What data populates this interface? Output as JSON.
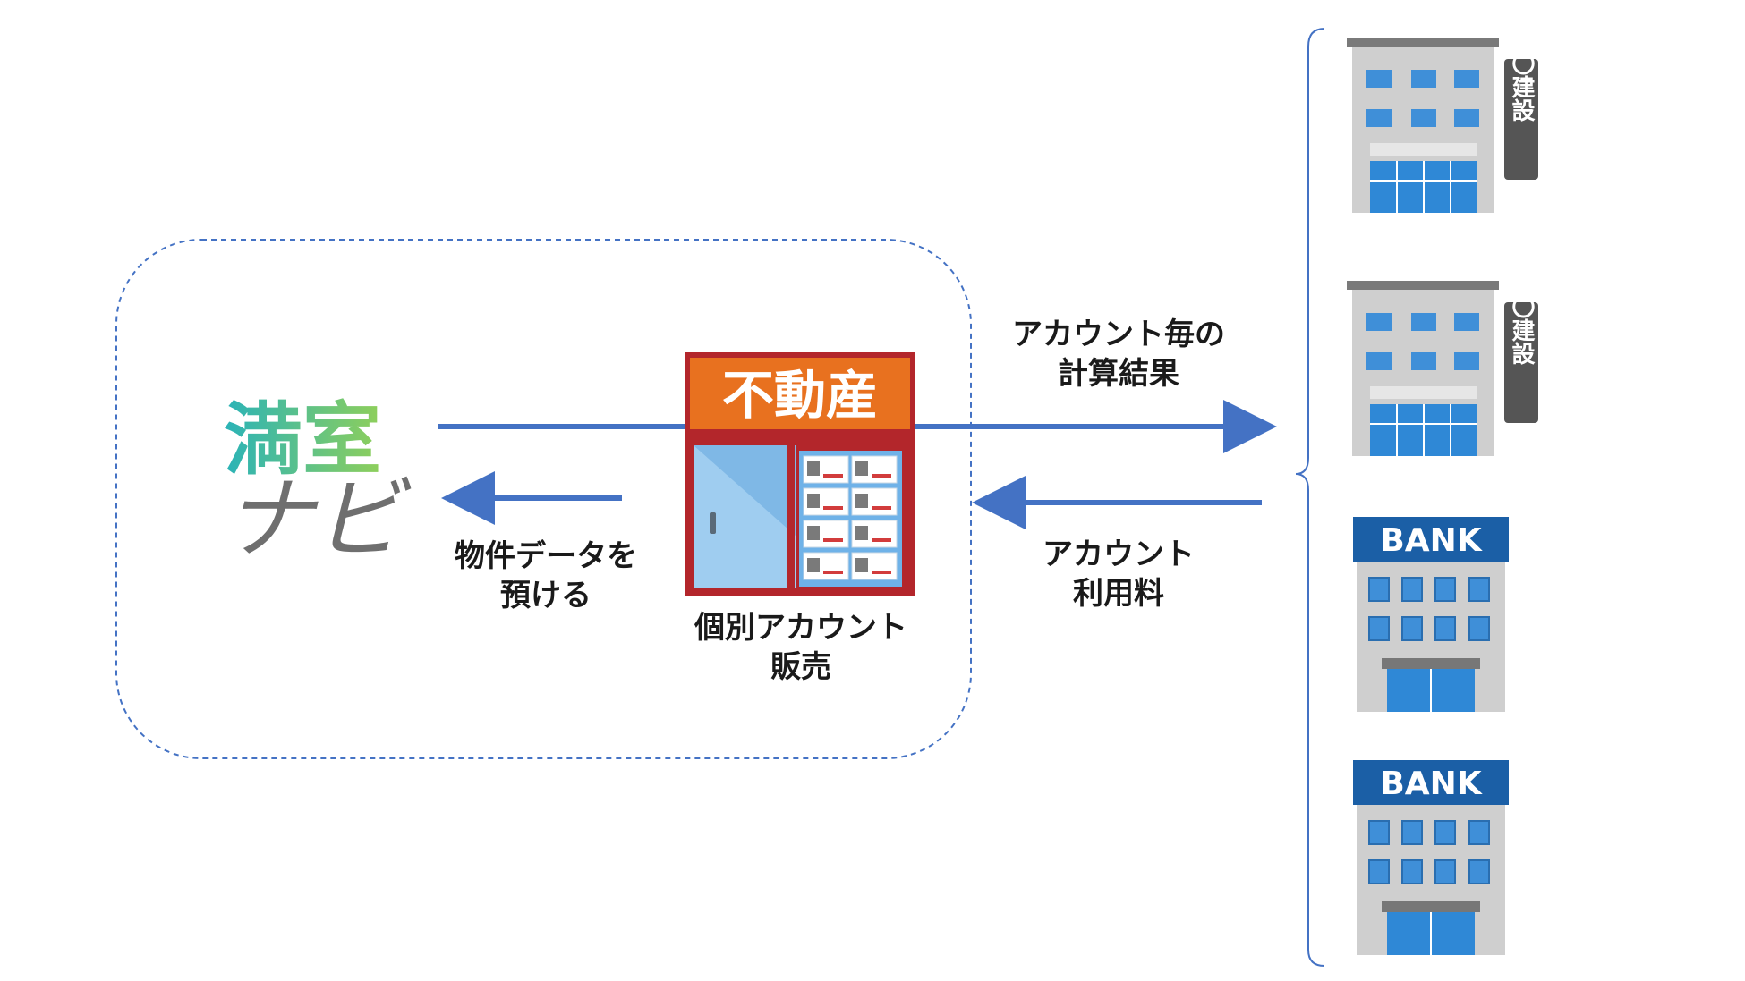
{
  "logo": {
    "line1": "満室",
    "line2": "ナビ"
  },
  "shop": {
    "sign": "不動産",
    "caption_line1": "個別アカウント",
    "caption_line2": "販売"
  },
  "flow_to_logo": {
    "line1": "物件データを",
    "line2": "預ける"
  },
  "flow_to_clients": {
    "line1": "アカウント毎の",
    "line2": "計算結果"
  },
  "flow_from_clients": {
    "line1": "アカウント",
    "line2": "利用料"
  },
  "clients": [
    {
      "type": "construction",
      "sign": "〇〇建設"
    },
    {
      "type": "construction",
      "sign": "〇〇建設"
    },
    {
      "type": "bank",
      "sign": "BANK"
    },
    {
      "type": "bank",
      "sign": "BANK"
    }
  ],
  "colors": {
    "arrow": "#4472c4",
    "dashed_box": "#4472c4",
    "shop_sign": "#e8711f",
    "shop_frame": "#b3262b",
    "bank_sign": "#1b5fa6",
    "logo_teal": "#2ab3b8",
    "logo_gray": "#6f6f6f"
  }
}
